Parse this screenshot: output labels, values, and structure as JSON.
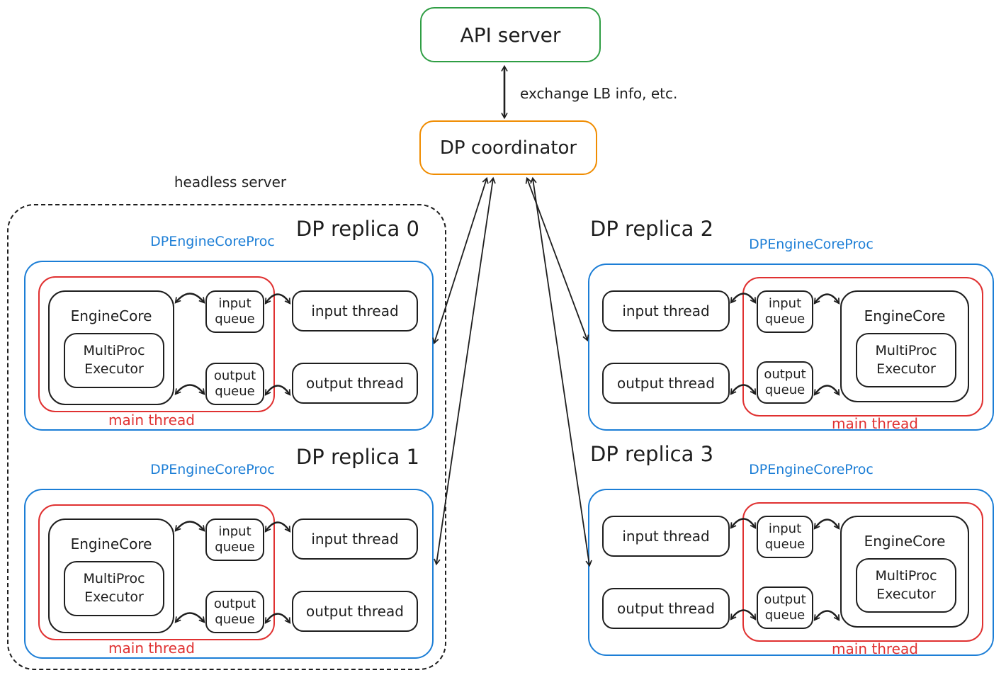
{
  "nodes": {
    "api_server": "API server",
    "dp_coordinator": "DP coordinator"
  },
  "labels": {
    "exchange": "exchange LB info, etc.",
    "headless": "headless server",
    "proc": "DPEngineCoreProc",
    "main_thread": "main thread",
    "engine_core": "EngineCore",
    "multiproc_line1": "MultiProc",
    "multiproc_line2": "Executor",
    "input_queue_line1": "input",
    "input_queue_line2": "queue",
    "output_queue_line1": "output",
    "output_queue_line2": "queue",
    "input_thread": "input thread",
    "output_thread": "output thread"
  },
  "replicas": [
    {
      "title": "DP replica 0"
    },
    {
      "title": "DP replica 1"
    },
    {
      "title": "DP replica 2"
    },
    {
      "title": "DP replica 3"
    }
  ],
  "colors": {
    "api_border": "#2f9e44",
    "coordinator_border": "#f08c00",
    "proc_border": "#1c7ed6",
    "main_thread_border": "#e03131",
    "ink": "#1e1e1e"
  }
}
